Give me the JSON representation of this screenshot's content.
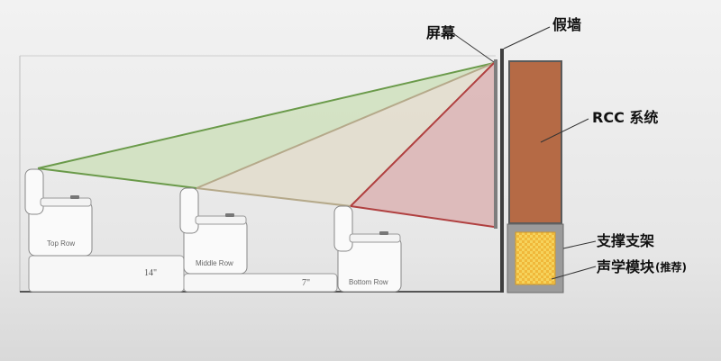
{
  "labels": {
    "screen": "屏幕",
    "false_wall": "假墙",
    "rcc_system": "RCC 系统",
    "support_frame": "支撑支架",
    "acoustic_module": "声学模块",
    "acoustic_module_note": "(推荐)"
  },
  "rows": {
    "top": "Top Row",
    "middle": "Middle Row",
    "bottom": "Bottom Row"
  },
  "dimensions": {
    "top_riser": "14\"",
    "middle_riser": "7\""
  },
  "colors": {
    "top_row_sightline": "#6a9a4a",
    "middle_row_sightline": "#b5a98a",
    "bottom_row_sightline": "#b04040",
    "top_fill": "#cfe0bd",
    "middle_fill": "#e2ddcd",
    "bottom_fill": "#dcb8b8",
    "rcc_wood": "#b56a45",
    "acoustic_yellow": "#f2c74a"
  }
}
